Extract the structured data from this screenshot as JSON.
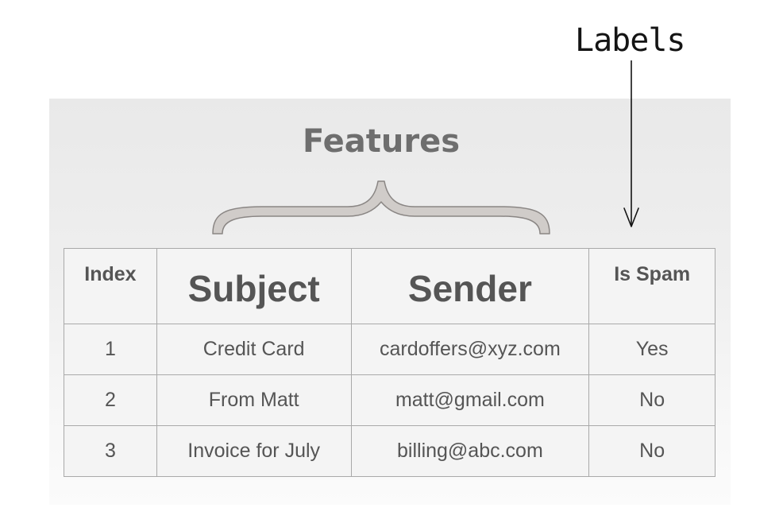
{
  "annotation": {
    "labels_text": "Labels"
  },
  "slide": {
    "features_title": "Features"
  },
  "table": {
    "headers": [
      "Index",
      "Subject",
      "Sender",
      "Is Spam"
    ],
    "rows": [
      [
        "1",
        "Credit Card",
        "cardoffers@xyz.com",
        "Yes"
      ],
      [
        "2",
        "From Matt",
        "matt@gmail.com",
        "No"
      ],
      [
        "3",
        "Invoice for July",
        "billing@abc.com",
        "No"
      ]
    ]
  },
  "colors": {
    "text_gray": "#555555",
    "title_gray": "#6e6e6e",
    "brace_fill": "#d0ccc9",
    "border": "#a9a9a9",
    "ink": "#141414"
  }
}
